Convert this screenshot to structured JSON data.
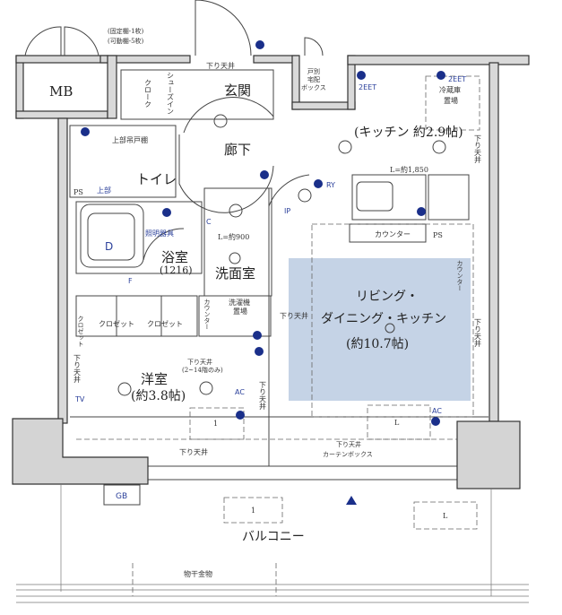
{
  "colors": {
    "ldk_highlight": "#c5d3e6",
    "outlet": "#1a2f8a",
    "wall": "#d9d9d9"
  },
  "labels": {
    "mb": "MB",
    "shelf_note_1": "(固定棚-1枚)",
    "shelf_note_2": "(可動棚-5枚)",
    "shoes_in_cloak": "シューズイン",
    "cloak": "クローク",
    "entrance": "玄関",
    "dropped_ceiling": "下り天井",
    "delivery_box_1": "戸別",
    "delivery_box_2": "宅配",
    "delivery_box_3": "ボックス",
    "upper_cabinet": "上部吊戸棚",
    "hallway": "廊下",
    "toilet": "トイレ",
    "upper_label": "上部",
    "ps": "PS",
    "kitchen": "(キッチン 約2.9帖)",
    "fridge_1": "冷蔵庫",
    "fridge_2": "置場",
    "kitchen_length": "L=約1,850",
    "counter": "カウンター",
    "ry": "RY",
    "ip": "IP",
    "bath_d": "D",
    "bath_f": "F",
    "lighting": "照明器具",
    "bathroom": "浴室",
    "bathroom_size": "(1216)",
    "vanity_length": "L=約900",
    "washroom": "洗面室",
    "washer_1": "洗濯機",
    "washer_2": "置場",
    "counter_vert": "カウンター",
    "closet": "クロゼット",
    "closet_small": "クロゼット",
    "dropped_ceiling_floors": "(2~14階のみ)",
    "western_room": "洋室",
    "western_room_size": "(約3.8帖)",
    "tv": "TV",
    "ldk_1": "リビング・",
    "ldk_2": "ダイニング・キッチン",
    "ldk_size": "(約10.7帖)",
    "curtain_box": "カーテンボックス",
    "floor_counter": "カウンター",
    "ac": "AC",
    "unit_1": "1",
    "unit_l": "L",
    "gb": "GB",
    "balcony": "バルコニー",
    "drying_hardware": "物干金物",
    "eet": "2EET",
    "c": "C"
  }
}
